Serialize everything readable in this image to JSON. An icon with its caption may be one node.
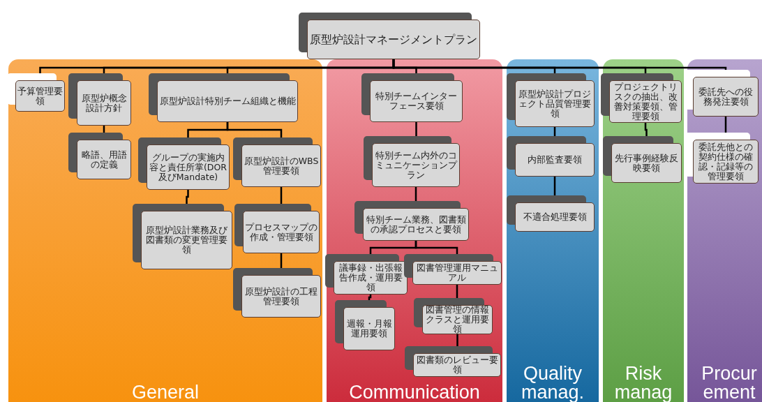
{
  "diagram": {
    "nodes": [
      {
        "text": [
          "原型炉設計マネージメントプラン"
        ]
      },
      {
        "text": [
          "General"
        ]
      },
      {
        "text": [
          "予算管理要領"
        ],
        "in": 1
      },
      {
        "text": [
          "原型炉概念設計方針"
        ],
        "in": 1
      },
      {
        "text": [
          "略語、用語の定義"
        ],
        "in": 1
      },
      {
        "text": [
          "原型炉設計特別チーム組織と機能"
        ],
        "in": 1
      },
      {
        "text": [
          "グループの実施内容と責任所掌(DOR及びMandate)"
        ],
        "in": 1
      },
      {
        "text": [
          "原型炉設計のWBS管理要領"
        ],
        "in": 1
      },
      {
        "text": [
          "原型炉設計業務及び図書類の変更管理要領"
        ],
        "in": 1
      },
      {
        "text": [
          "プロセスマップの作成・管理要領"
        ],
        "in": 1
      },
      {
        "text": [
          "原型炉設計の工程管理要領"
        ],
        "in": 1
      },
      {
        "text": [
          "Communication"
        ]
      },
      {
        "text": [
          "特別チームインターフェース要領"
        ],
        "in": 11
      },
      {
        "text": [
          "特別チーム内外のコミュニケーションプラン"
        ],
        "in": 11
      },
      {
        "text": [
          "特別チーム業務、図書類の承認プロセスと要領"
        ],
        "in": 11
      },
      {
        "text": [
          "議事録・出張報告作成・運用要領"
        ],
        "in": 11
      },
      {
        "text": [
          "図書管理運用マニュアル"
        ],
        "in": 11
      },
      {
        "text": [
          "週報・月報運用要領"
        ],
        "in": 11
      },
      {
        "text": [
          "図書管理の情報クラスと運用要領"
        ],
        "in": 11
      },
      {
        "text": [
          "図書類のレビュー要領"
        ],
        "in": 11
      },
      {
        "text": [
          "Quality manag."
        ]
      },
      {
        "text": [
          "原型炉設計プロジェクト品質管理要領"
        ],
        "in": 20
      },
      {
        "text": [
          "内部監査要領"
        ],
        "in": 20
      },
      {
        "text": [
          "不適合処理要領"
        ],
        "in": 20
      },
      {
        "text": [
          "Risk manag"
        ]
      },
      {
        "text": [
          "プロジェクトリスクの抽出、改善対策要領、管理要領"
        ],
        "in": 24
      },
      {
        "text": [
          "先行事例経験反映要領"
        ],
        "in": 24
      },
      {
        "text": [
          "Procur ement"
        ]
      },
      {
        "text": [
          "委託先への役務発注要領"
        ],
        "in": 27
      },
      {
        "text": [
          "委託先他との契約仕様の確認・記録等の管理要領"
        ],
        "in": 27
      }
    ],
    "edges": [
      {
        "from": 0,
        "to": 2,
        "arrow": "none"
      },
      {
        "from": 0,
        "to": 3,
        "arrow": "none"
      },
      {
        "from": 0,
        "to": 5,
        "arrow": "none"
      },
      {
        "from": 0,
        "to": 12,
        "arrow": "none"
      },
      {
        "from": 0,
        "to": 21,
        "arrow": "none"
      },
      {
        "from": 0,
        "to": 25,
        "arrow": "none"
      },
      {
        "from": 0,
        "to": 28,
        "arrow": "none"
      },
      {
        "from": 3,
        "to": 4,
        "arrow": "none"
      },
      {
        "from": 5,
        "to": 6,
        "arrow": "none"
      },
      {
        "from": 5,
        "to": 7,
        "arrow": "none"
      },
      {
        "from": 6,
        "to": 8,
        "arrow": "none"
      },
      {
        "from": 7,
        "to": 9,
        "arrow": "none"
      },
      {
        "from": 9,
        "to": 10,
        "arrow": "none"
      },
      {
        "from": 12,
        "to": 13,
        "arrow": "none"
      },
      {
        "from": 13,
        "to": 14,
        "arrow": "none"
      },
      {
        "from": 14,
        "to": 15,
        "arrow": "none"
      },
      {
        "from": 14,
        "to": 16,
        "arrow": "none"
      },
      {
        "from": 15,
        "to": 17,
        "arrow": "none"
      },
      {
        "from": 16,
        "to": 18,
        "arrow": "none"
      },
      {
        "from": 18,
        "to": 19,
        "arrow": "none"
      },
      {
        "from": 21,
        "to": 22,
        "arrow": "none"
      },
      {
        "from": 22,
        "to": 23,
        "arrow": "none"
      },
      {
        "from": 25,
        "to": 26,
        "arrow": "none"
      },
      {
        "from": 28,
        "to": 29,
        "arrow": "none"
      }
    ]
  }
}
